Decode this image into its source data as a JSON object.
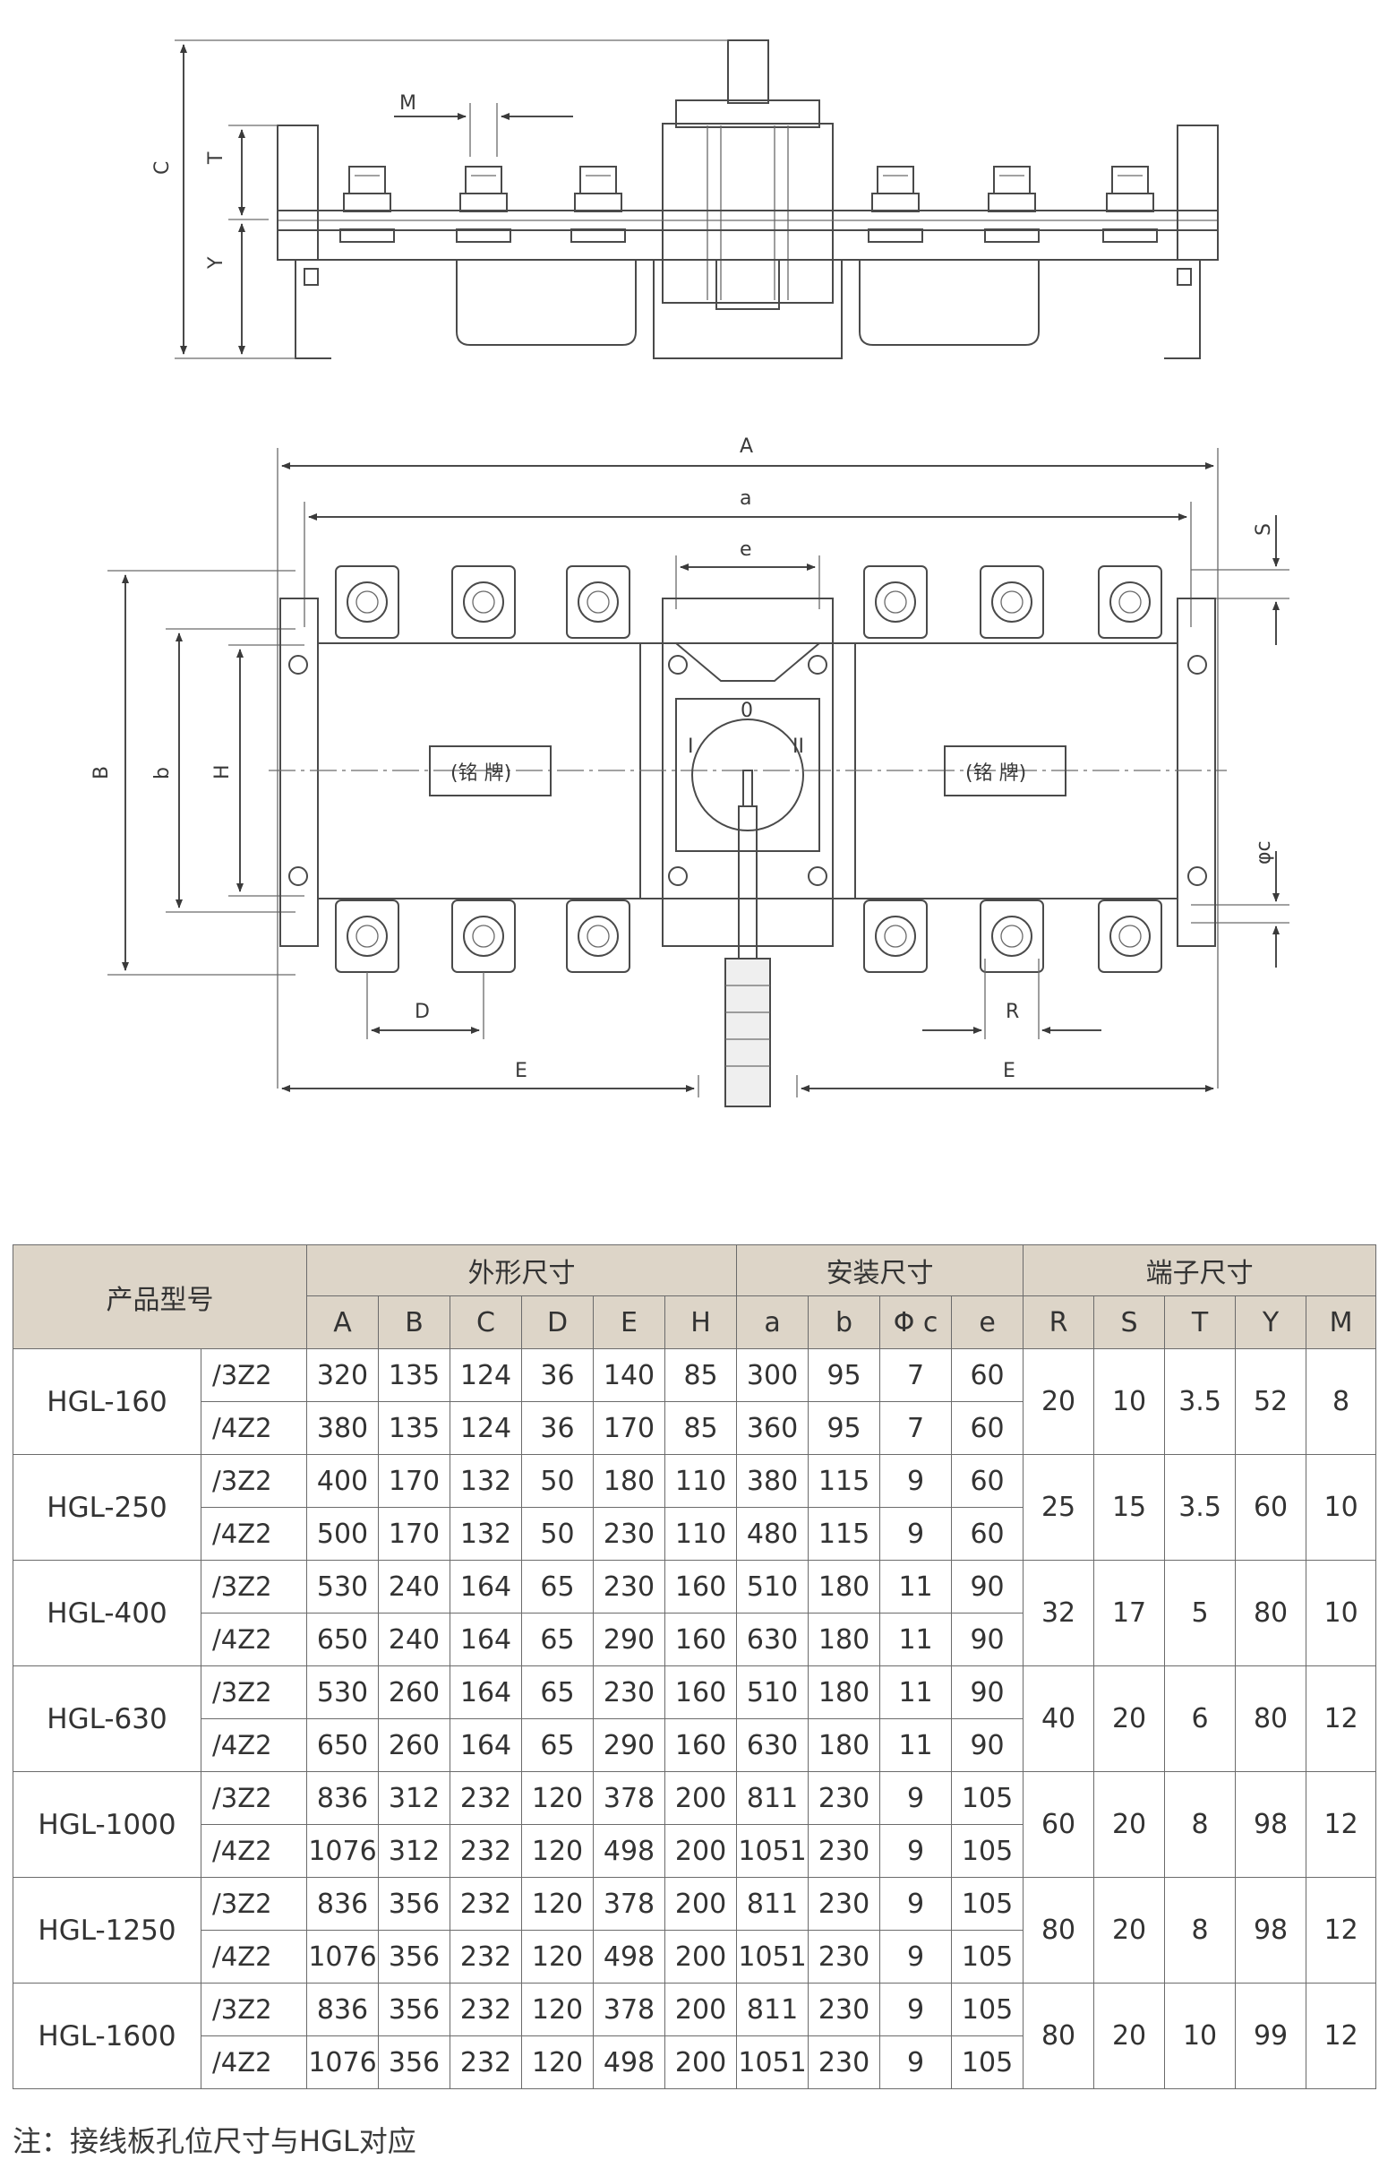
{
  "drawing": {
    "side_view_labels": [
      "M",
      "C",
      "T",
      "Y"
    ],
    "front_view_labels": {
      "A": "A",
      "a": "a",
      "e": "e",
      "S": "S",
      "B": "B",
      "b": "b",
      "H": "H",
      "phic": "φc",
      "D": "D",
      "R": "R",
      "E": "E"
    },
    "nameplate": "(铭 牌)",
    "switch_positions": [
      "0",
      "I",
      "II"
    ]
  },
  "table": {
    "header_model": "产品型号",
    "groups": [
      "外形尺寸",
      "安装尺寸",
      "端子尺寸"
    ],
    "columns": [
      "A",
      "B",
      "C",
      "D",
      "E",
      "H",
      "a",
      "b",
      "Φ c",
      "e",
      "R",
      "S",
      "T",
      "Y",
      "M"
    ],
    "models": [
      {
        "name": "HGL-160",
        "variants": [
          {
            "code": "/3Z2",
            "values": [
              "320",
              "135",
              "124",
              "36",
              "140",
              "85",
              "300",
              "95",
              "7",
              "60"
            ]
          },
          {
            "code": "/4Z2",
            "values": [
              "380",
              "135",
              "124",
              "36",
              "170",
              "85",
              "360",
              "95",
              "7",
              "60"
            ]
          }
        ],
        "terminal": [
          "20",
          "10",
          "3.5",
          "52",
          "8"
        ]
      },
      {
        "name": "HGL-250",
        "variants": [
          {
            "code": "/3Z2",
            "values": [
              "400",
              "170",
              "132",
              "50",
              "180",
              "110",
              "380",
              "115",
              "9",
              "60"
            ]
          },
          {
            "code": "/4Z2",
            "values": [
              "500",
              "170",
              "132",
              "50",
              "230",
              "110",
              "480",
              "115",
              "9",
              "60"
            ]
          }
        ],
        "terminal": [
          "25",
          "15",
          "3.5",
          "60",
          "10"
        ]
      },
      {
        "name": "HGL-400",
        "variants": [
          {
            "code": "/3Z2",
            "values": [
              "530",
              "240",
              "164",
              "65",
              "230",
              "160",
              "510",
              "180",
              "11",
              "90"
            ]
          },
          {
            "code": "/4Z2",
            "values": [
              "650",
              "240",
              "164",
              "65",
              "290",
              "160",
              "630",
              "180",
              "11",
              "90"
            ]
          }
        ],
        "terminal": [
          "32",
          "17",
          "5",
          "80",
          "10"
        ]
      },
      {
        "name": "HGL-630",
        "variants": [
          {
            "code": "/3Z2",
            "values": [
              "530",
              "260",
              "164",
              "65",
              "230",
              "160",
              "510",
              "180",
              "11",
              "90"
            ]
          },
          {
            "code": "/4Z2",
            "values": [
              "650",
              "260",
              "164",
              "65",
              "290",
              "160",
              "630",
              "180",
              "11",
              "90"
            ]
          }
        ],
        "terminal": [
          "40",
          "20",
          "6",
          "80",
          "12"
        ]
      },
      {
        "name": "HGL-1000",
        "variants": [
          {
            "code": "/3Z2",
            "values": [
              "836",
              "312",
              "232",
              "120",
              "378",
              "200",
              "811",
              "230",
              "9",
              "105"
            ]
          },
          {
            "code": "/4Z2",
            "values": [
              "1076",
              "312",
              "232",
              "120",
              "498",
              "200",
              "1051",
              "230",
              "9",
              "105"
            ]
          }
        ],
        "terminal": [
          "60",
          "20",
          "8",
          "98",
          "12"
        ]
      },
      {
        "name": "HGL-1250",
        "variants": [
          {
            "code": "/3Z2",
            "values": [
              "836",
              "356",
              "232",
              "120",
              "378",
              "200",
              "811",
              "230",
              "9",
              "105"
            ]
          },
          {
            "code": "/4Z2",
            "values": [
              "1076",
              "356",
              "232",
              "120",
              "498",
              "200",
              "1051",
              "230",
              "9",
              "105"
            ]
          }
        ],
        "terminal": [
          "80",
          "20",
          "8",
          "98",
          "12"
        ]
      },
      {
        "name": "HGL-1600",
        "variants": [
          {
            "code": "/3Z2",
            "values": [
              "836",
              "356",
              "232",
              "120",
              "378",
              "200",
              "811",
              "230",
              "9",
              "105"
            ]
          },
          {
            "code": "/4Z2",
            "values": [
              "1076",
              "356",
              "232",
              "120",
              "498",
              "200",
              "1051",
              "230",
              "9",
              "105"
            ]
          }
        ],
        "terminal": [
          "80",
          "20",
          "10",
          "99",
          "12"
        ]
      }
    ]
  },
  "note": "注：接线板孔位尺寸与HGL对应"
}
